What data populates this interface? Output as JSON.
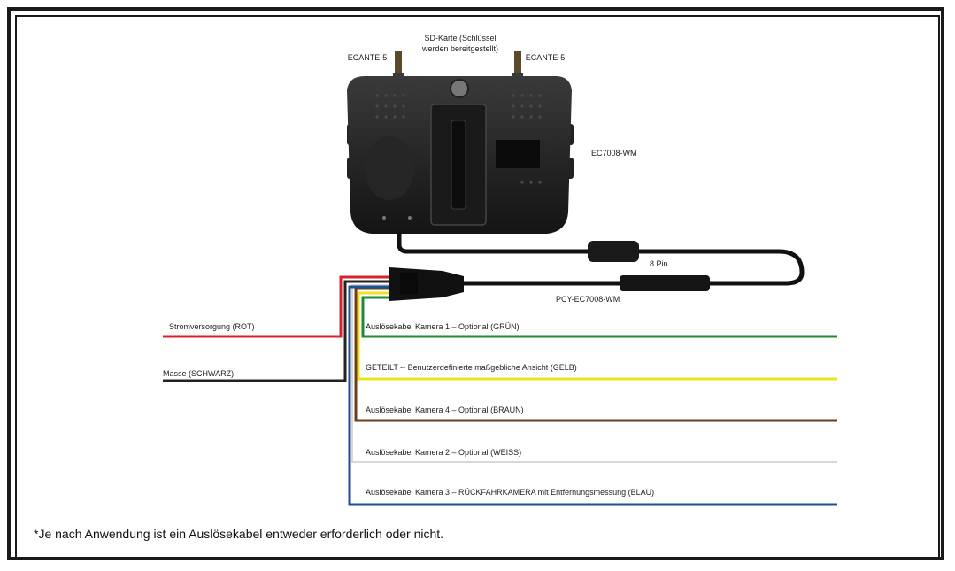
{
  "labels": {
    "sd_card_line1": "SD-Karte (Schlüssel",
    "sd_card_line2": "werden bereitgestellt)",
    "antenna_left": "ECANTE-5",
    "antenna_right": "ECANTE-5",
    "device_model": "EC7008-WM",
    "pin_count": "8 Pin",
    "cable_model": "PCY-EC7008-WM"
  },
  "wires": [
    {
      "label": "Stromversorgung (ROT)",
      "color": "#d9212e"
    },
    {
      "label": "Masse (SCHWARZ)",
      "color": "#222222"
    },
    {
      "label": "Auslösekabel Kamera 1 – Optional (GRÜN)",
      "color": "#1e8a3a"
    },
    {
      "label": "GETEILT -- Benutzerdefinierte maßgebliche Ansicht (GELB)",
      "color": "#f0e21a"
    },
    {
      "label": "Auslösekabel Kamera 4 – Optional (BRAUN)",
      "color": "#6b3f1d"
    },
    {
      "label": "Auslösekabel Kamera 2 – Optional (WEISS)",
      "color": "#d8d8d8"
    },
    {
      "label": "Auslösekabel Kamera 3 – RÜCKFAHRKAMERA mit Entfernungsmessung (BLAU)",
      "color": "#1f4f8f"
    }
  ],
  "footnote": "*Je nach Anwendung ist ein Auslösekabel entweder erforderlich oder nicht."
}
